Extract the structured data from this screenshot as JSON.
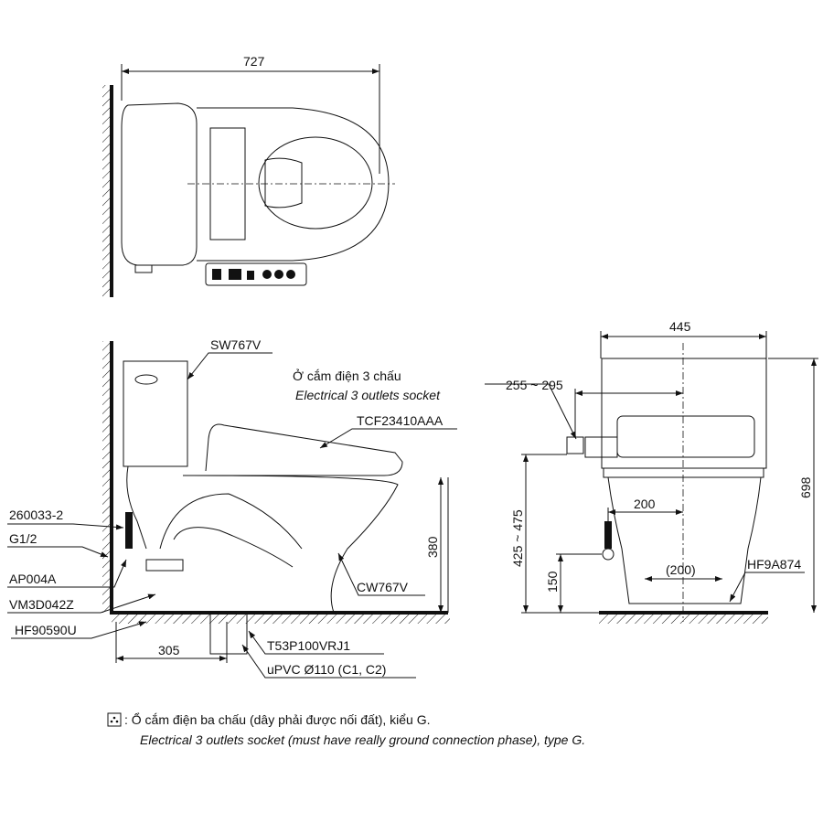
{
  "top_view": {
    "width_dim": "727"
  },
  "side_view": {
    "labels": {
      "tank": "SW767V",
      "seat": "TCF23410AAA",
      "bowl": "CW767V",
      "valve": "260033-2",
      "thread": "G1/2",
      "hose": "AP004A",
      "bolt": "VM3D042Z",
      "flange": "HF90590U",
      "adapter": "T53P100VRJ1",
      "pipe": "uPVC Ø110 (C1, C2)"
    },
    "socket_vi": "Ở cắm điện 3 chấu",
    "socket_en": "Electrical 3 outlets socket",
    "dims": {
      "height": "380",
      "rough_in": "305"
    }
  },
  "front_view": {
    "dims": {
      "width": "445",
      "socket_offset": "255 ~ 295",
      "total_height": "698",
      "socket_height": "425 ~ 475",
      "valve_offset": "200",
      "bolt_spacing": "(200)",
      "valve_height": "150"
    },
    "labels": {
      "bolt_kit": "HF9A874"
    }
  },
  "note": {
    "icon": "socket-icon",
    "vi": ": Ổ cắm điện ba chấu (dây phải được nối đất), kiểu G.",
    "en": "Electrical 3 outlets socket (must have really ground connection phase), type G."
  }
}
